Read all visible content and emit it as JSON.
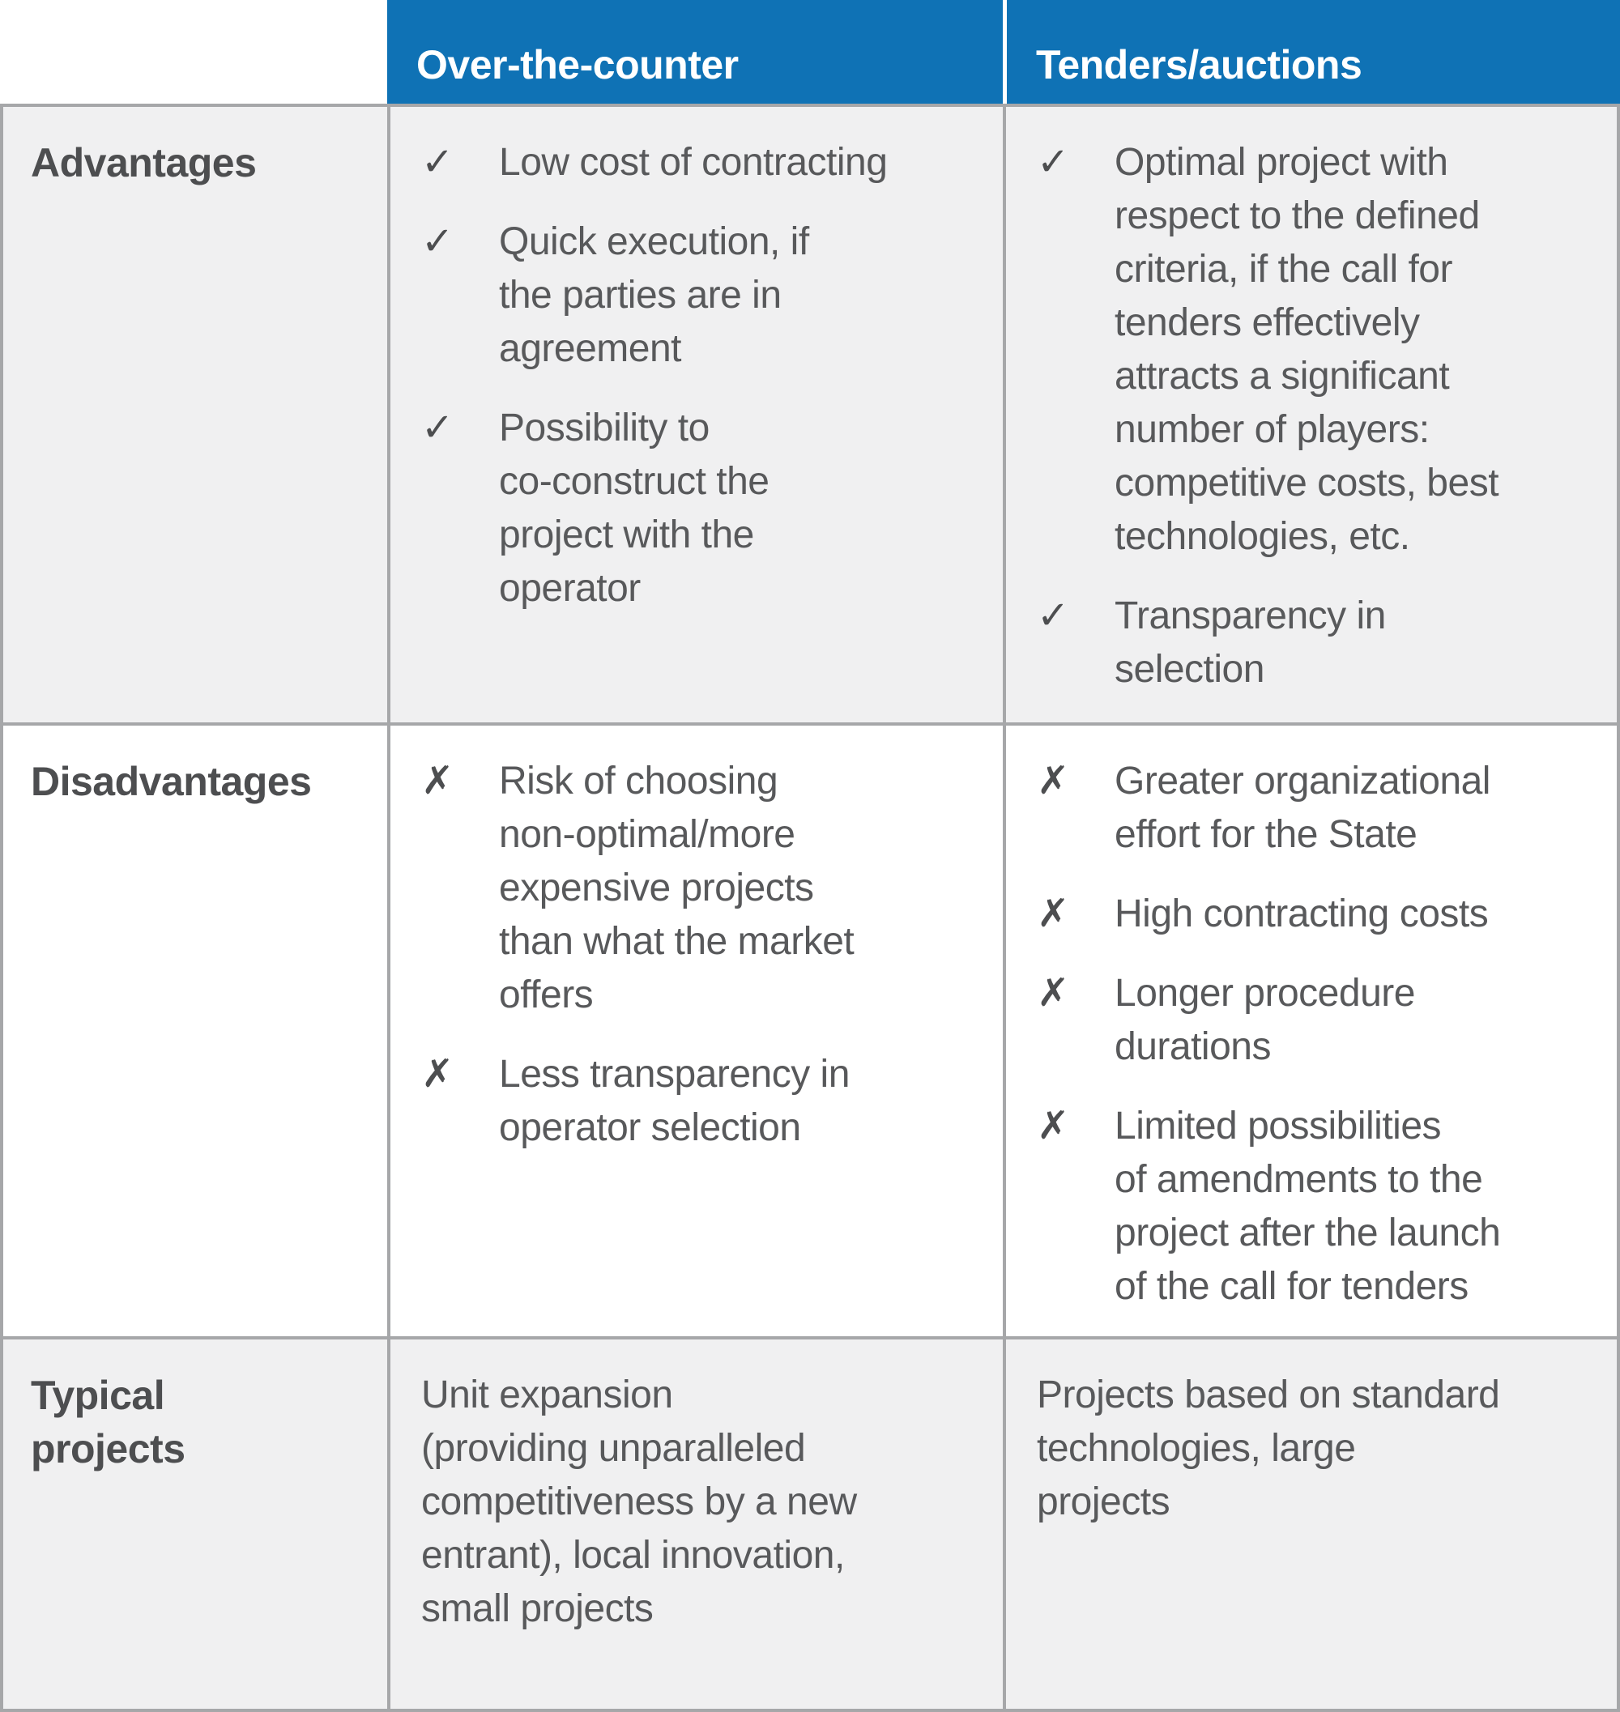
{
  "glyphs": {
    "check": "✓",
    "cross": "✗"
  },
  "colors": {
    "header_blue": "#0F72B5",
    "row_gray": "#F0F0F1",
    "row_white": "#FFFFFF",
    "border_gray": "#A6A7A9",
    "text_gray": "#58595B",
    "label_gray": "#4D4E50",
    "header_text": "#FFFFFF"
  },
  "header": {
    "col1": "Over-the-counter",
    "col2": "Tenders/auctions"
  },
  "rows": {
    "advantages": {
      "label": "Advantages",
      "otc": [
        "Low cost of contracting",
        "Quick execution, if\nthe parties are in\nagreement",
        "Possibility to\nco-construct the\nproject with the\noperator"
      ],
      "tenders": [
        "Optimal project with\nrespect to the defined\ncriteria, if the call for\ntenders effectively\nattracts a significant\nnumber of players:\ncompetitive costs, best\ntechnologies, etc.",
        "Transparency in\nselection"
      ]
    },
    "disadvantages": {
      "label": "Disadvantages",
      "otc": [
        "Risk of choosing\nnon-optimal/more\nexpensive projects\nthan what the market\noffers",
        "Less transparency in\noperator selection"
      ],
      "tenders": [
        "Greater organizational\neffort for the State",
        "High contracting costs",
        "Longer procedure\ndurations",
        "Limited possibilities\nof amendments to the\nproject after the launch\nof the call for tenders"
      ]
    },
    "typical": {
      "label": "Typical\nprojects",
      "otc": "Unit expansion\n(providing unparalleled\ncompetitiveness by a new\nentrant), local innovation,\nsmall projects",
      "tenders": "Projects based on standard\ntechnologies, large\nprojects"
    }
  }
}
